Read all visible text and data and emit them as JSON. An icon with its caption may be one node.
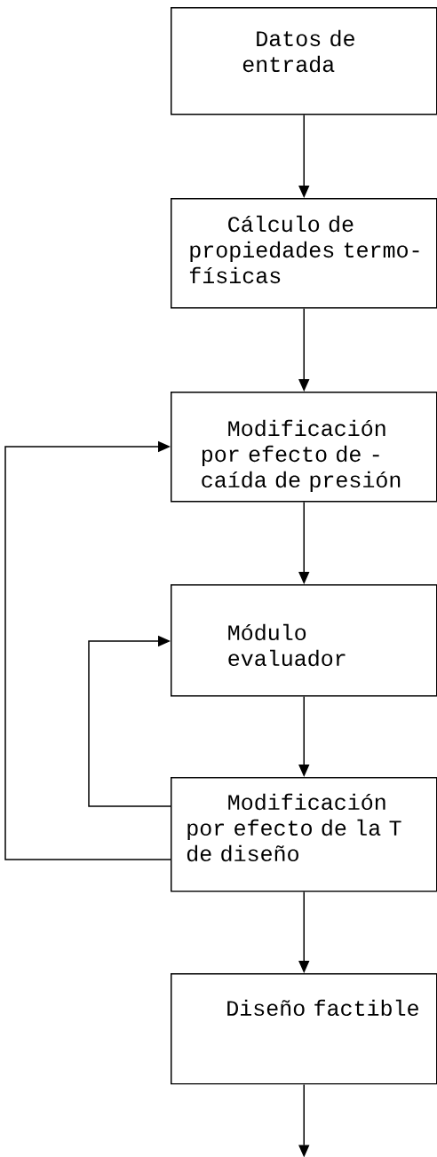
{
  "diagram": {
    "nodes": [
      {
        "text": [
          "Datos de entrada"
        ]
      },
      {
        "text": [
          "Cálculo de propiedades termo- físicas"
        ]
      },
      {
        "text": [
          "Modificación por efecto de - caída de presión"
        ]
      },
      {
        "text": [
          "Módulo evaluador"
        ]
      },
      {
        "text": [
          "Modificación por efecto de la T de diseño"
        ]
      },
      {
        "text": [
          "Diseño factible"
        ]
      }
    ],
    "edges": [
      {
        "from": 0,
        "to": 1,
        "arrow": "to"
      },
      {
        "from": 1,
        "to": 2,
        "arrow": "to"
      },
      {
        "from": 2,
        "to": 3,
        "arrow": "to"
      },
      {
        "from": 4,
        "to": 3,
        "arrow": "to"
      },
      {
        "from": 4,
        "to": 2,
        "arrow": "to"
      },
      {
        "from": 3,
        "to": 4,
        "arrow": "to"
      },
      {
        "from": 4,
        "to": 5,
        "arrow": "to"
      },
      {
        "from": 5,
        "to": null,
        "arrow": "to"
      }
    ]
  }
}
